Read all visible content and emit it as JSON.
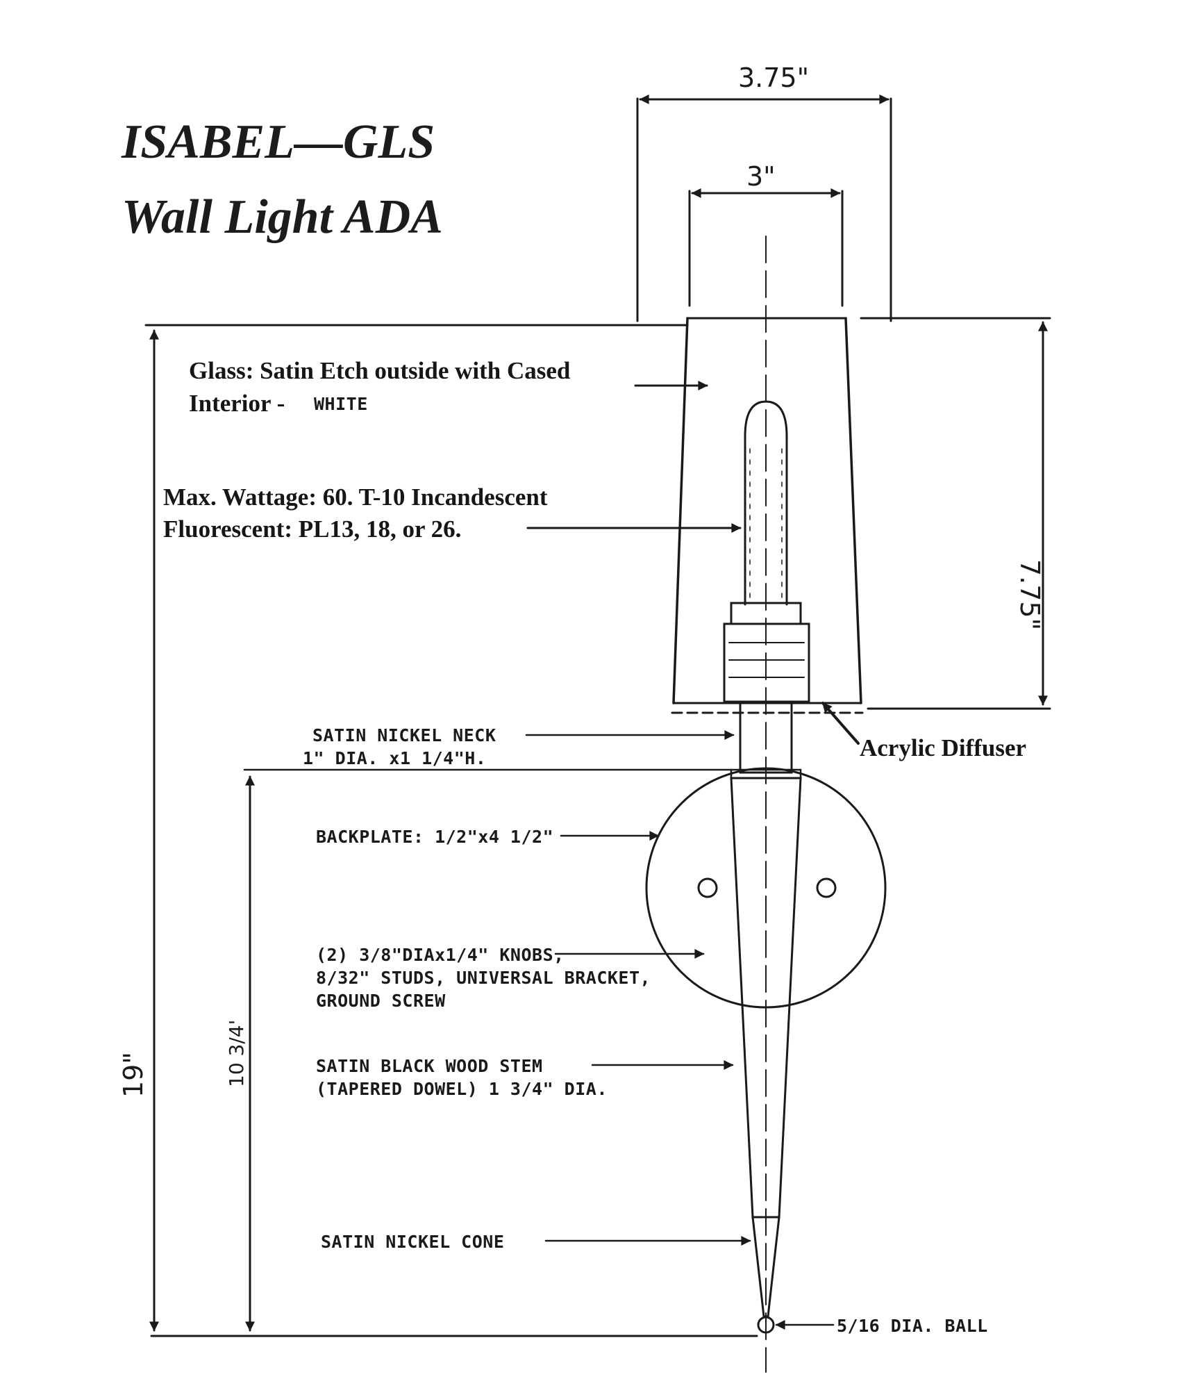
{
  "title": {
    "line1": "ISABEL—GLS",
    "line2": "Wall Light ADA"
  },
  "dimensions": {
    "overall_width": "3.75\"",
    "glass_width": "3\"",
    "glass_height": "7.75\"",
    "overall_height": "19\"",
    "stem_height": "10 3/4'"
  },
  "callouts": {
    "glass_line1": "Glass: Satin Etch outside with Cased",
    "glass_line2": "Interior -",
    "glass_color": "WHITE",
    "wattage_line1": "Max. Wattage: 60. T-10 Incandescent",
    "wattage_line2": "Fluorescent: PL13, 18, or 26.",
    "diffuser": "Acrylic Diffuser",
    "neck_line1": "SATIN NICKEL NECK",
    "neck_line2": "1\" DIA. x1 1/4\"H.",
    "backplate": "BACKPLATE: 1/2\"x4 1/2\"",
    "knobs_line1": "(2) 3/8\"DIAx1/4\" KNOBS,",
    "knobs_line2": "8/32\" STUDS, UNIVERSAL BRACKET,",
    "knobs_line3": "GROUND SCREW",
    "stem_line1": "SATIN BLACK WOOD STEM",
    "stem_line2": "(TAPERED DOWEL) 1 3/4\" DIA.",
    "cone": "SATIN NICKEL CONE",
    "ball": "5/16 DIA. BALL"
  },
  "colors": {
    "ink": "#1a1a1a",
    "paper": "#ffffff"
  }
}
